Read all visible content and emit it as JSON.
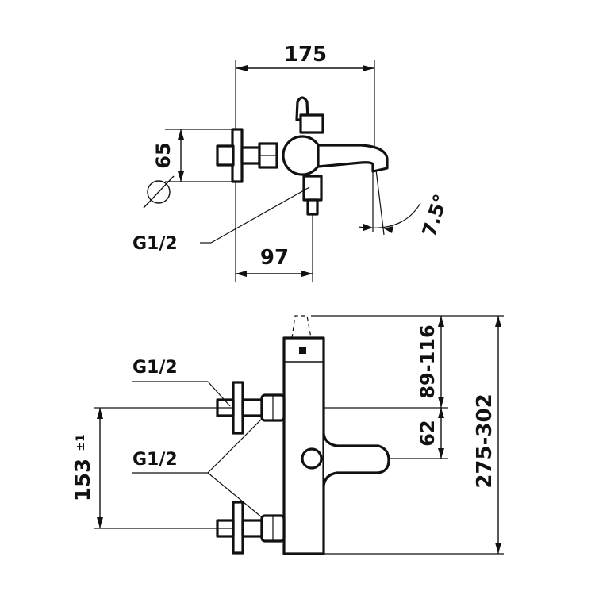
{
  "drawing": {
    "dimensions": {
      "overall_width": "175",
      "rosette_diameter": "65",
      "mixer_offset": "97",
      "spout_angle": "7.5°",
      "inlet_top": "G1/2",
      "inlet_upper": "G1/2",
      "inlet_lower": "G1/2",
      "inlet_spacing": "153",
      "inlet_spacing_tolerance": "±1",
      "spout_height_range": "89-116",
      "spout_offset": "62",
      "total_height_range": "275-302"
    }
  }
}
